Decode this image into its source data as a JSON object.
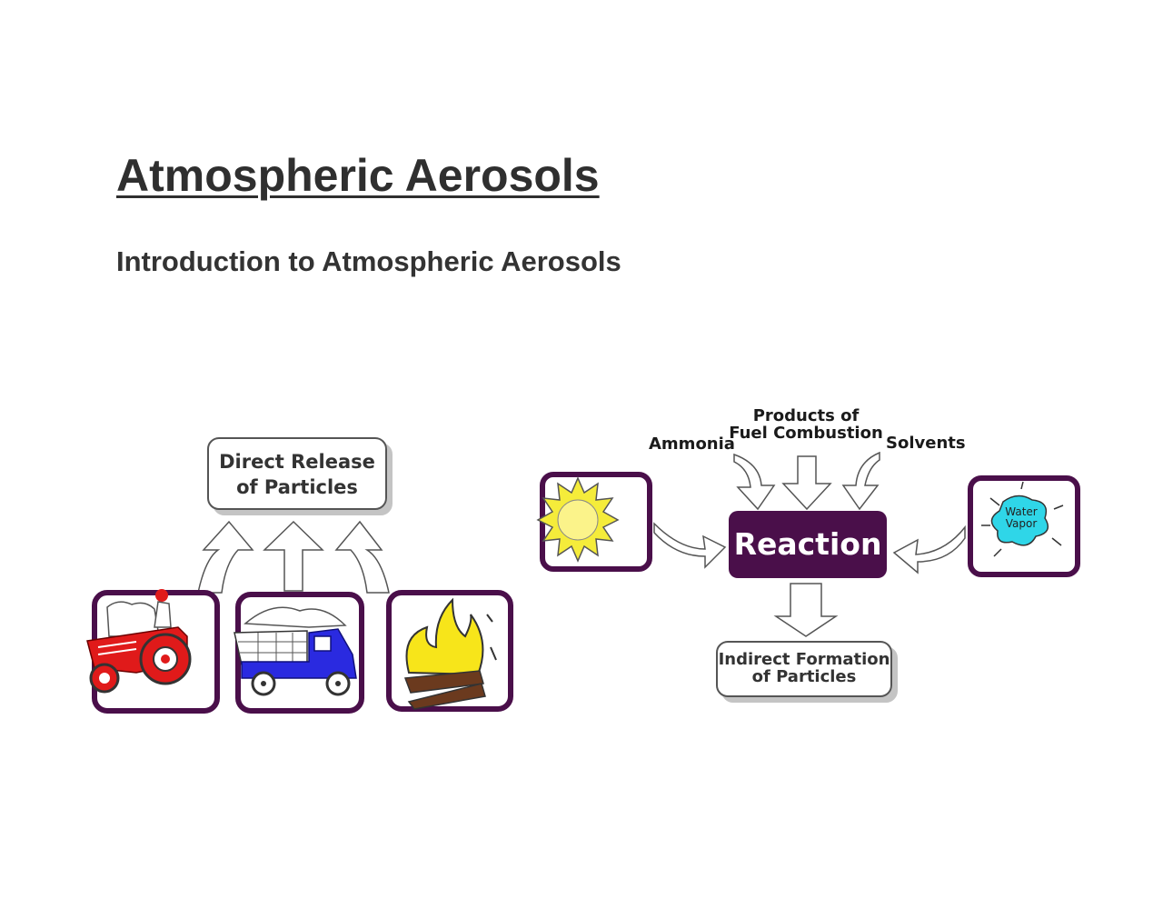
{
  "title": "Atmospheric Aerosols",
  "subtitle": "Introduction to Atmospheric Aerosols",
  "diagram": {
    "direct_release": {
      "line1": "Direct Release",
      "line2": "of Particles"
    },
    "sources": [
      "tractor",
      "truck",
      "campfire"
    ],
    "inputs": {
      "ammonia": "Ammonia",
      "fuel_line1": "Products of",
      "fuel_line2": "Fuel Combustion",
      "solvents": "Solvents"
    },
    "reaction": "Reaction",
    "water_vapor": {
      "line1": "Water",
      "line2": "Vapor"
    },
    "indirect_formation": {
      "line1": "Indirect Formation",
      "line2": "of Particles"
    }
  },
  "colors": {
    "frame": "#4a0f4a",
    "reaction_fill": "#4a0f4a",
    "tractor": "#e01a1a",
    "truck": "#2a2ae0",
    "flame": "#f7e51a",
    "wood": "#6b3a1e",
    "sun": "#f5ec3a",
    "vapor": "#2fd6e8"
  }
}
